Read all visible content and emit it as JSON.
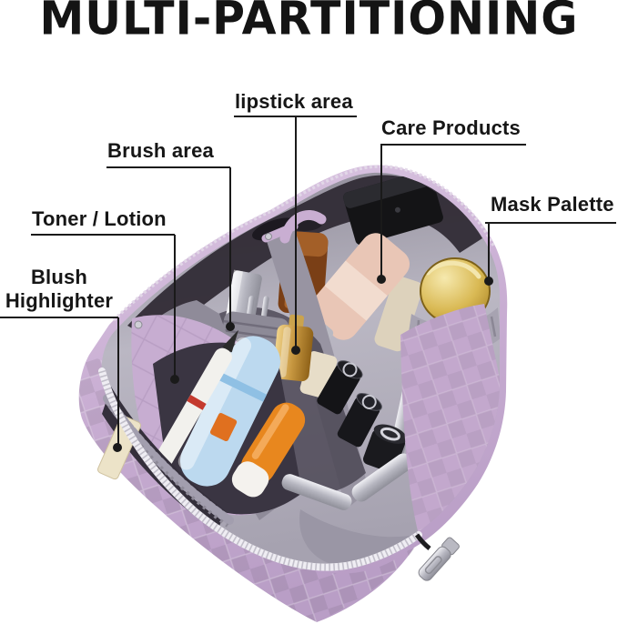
{
  "title": {
    "text": "MULTI-PARTITIONING"
  },
  "labels": {
    "lipstick": {
      "text": "lipstick area"
    },
    "brush": {
      "text": "Brush area"
    },
    "toner": {
      "text": "Toner / Lotion"
    },
    "blush": {
      "line1": "Blush",
      "line2": "Highlighter"
    },
    "care": {
      "text": "Care Products"
    },
    "mask": {
      "text": "Mask Palette"
    }
  },
  "photo": {
    "subject": "open lavender quilted travel makeup bag shown with labelled storage partitions",
    "visible_items": [
      "blue cosmetic tube",
      "white eyeliner pen",
      "orange sunscreen tube",
      "silver tube",
      "chrome lipstick tube",
      "mesh brush holder",
      "gold perfume bottle",
      "cream jar",
      "black lipstick bullets with silver ring caps",
      "black perfume box",
      "amber glass toner bottle",
      "nude foundation bottle",
      "silver mascara wand",
      "gold mask palette compact in elastic pocket",
      "cream highlighter palette in front pocket",
      "silver zipper pull"
    ],
    "colors": {
      "background": "#ffffff",
      "label_text": "#161616",
      "leader_line": "#1a1a1a",
      "bag_shell": "#c9aed3",
      "bag_highlight": "#dcc8e3",
      "bag_shadow": "#b99ec6",
      "lining_gray": "#a6a2b0",
      "interior_shadow": "#2e2933",
      "zipper": "#efedf3",
      "gold_compact": "#d9b954"
    }
  }
}
